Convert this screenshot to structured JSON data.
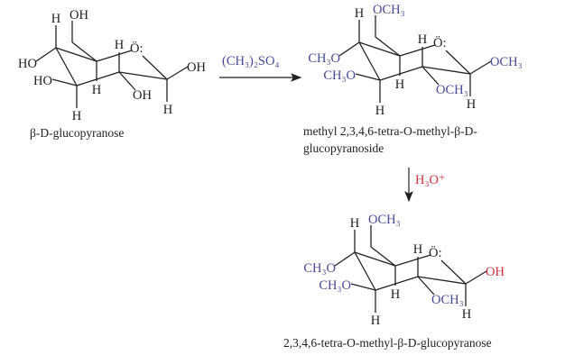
{
  "colors": {
    "bond": "#222222",
    "black": "#222222",
    "blue": "#4a4a96",
    "red": "#d2303e"
  },
  "reaction": {
    "reagent_1": "(CH₃)₂SO₄",
    "reagent_2": "H₃O⁺"
  },
  "molecules": [
    {
      "caption": [
        "β-D-glucopyranose"
      ],
      "labels": {
        "c6_sub": "OH",
        "c4_h": "H",
        "c4_sub": "HO",
        "c3_sub": "HO",
        "c3_h": "H",
        "c5_h": "H",
        "c2_h": "H",
        "ring_o": "Ö:",
        "c2_sub": "OH",
        "c1_sub": "OH",
        "c1_h": "H"
      },
      "colors": {
        "c6_sub": "black",
        "c4_sub": "black",
        "c3_sub": "black",
        "c2_sub": "black",
        "c1_sub": "black"
      }
    },
    {
      "caption": [
        "methyl 2,3,4,6-tetra-O-methyl-β-D-",
        "glucopyranoside"
      ],
      "labels": {
        "c6_sub": "OCH₃",
        "c4_h": "H",
        "c4_sub": "CH₃O",
        "c3_sub": "CH₃O",
        "c3_h": "H",
        "c5_h": "H",
        "c2_h": "H",
        "ring_o": "Ö:",
        "c2_sub": "OCH₃",
        "c1_sub": "OCH₃",
        "c1_h": "H"
      },
      "colors": {
        "c6_sub": "blue",
        "c4_sub": "blue",
        "c3_sub": "blue",
        "c2_sub": "blue",
        "c1_sub": "blue"
      }
    },
    {
      "caption": [
        "2,3,4,6-tetra-O-methyl-β-D-glucopyranose"
      ],
      "labels": {
        "c6_sub": "OCH₃",
        "c4_h": "H",
        "c4_sub": "CH₃O",
        "c3_sub": "CH₃O",
        "c3_h": "H",
        "c5_h": "H",
        "c2_h": "H",
        "ring_o": "Ö:",
        "c2_sub": "OCH₃",
        "c1_sub": "OH",
        "c1_h": "H"
      },
      "colors": {
        "c6_sub": "blue",
        "c4_sub": "blue",
        "c3_sub": "blue",
        "c2_sub": "blue",
        "c1_sub": "red"
      }
    }
  ]
}
